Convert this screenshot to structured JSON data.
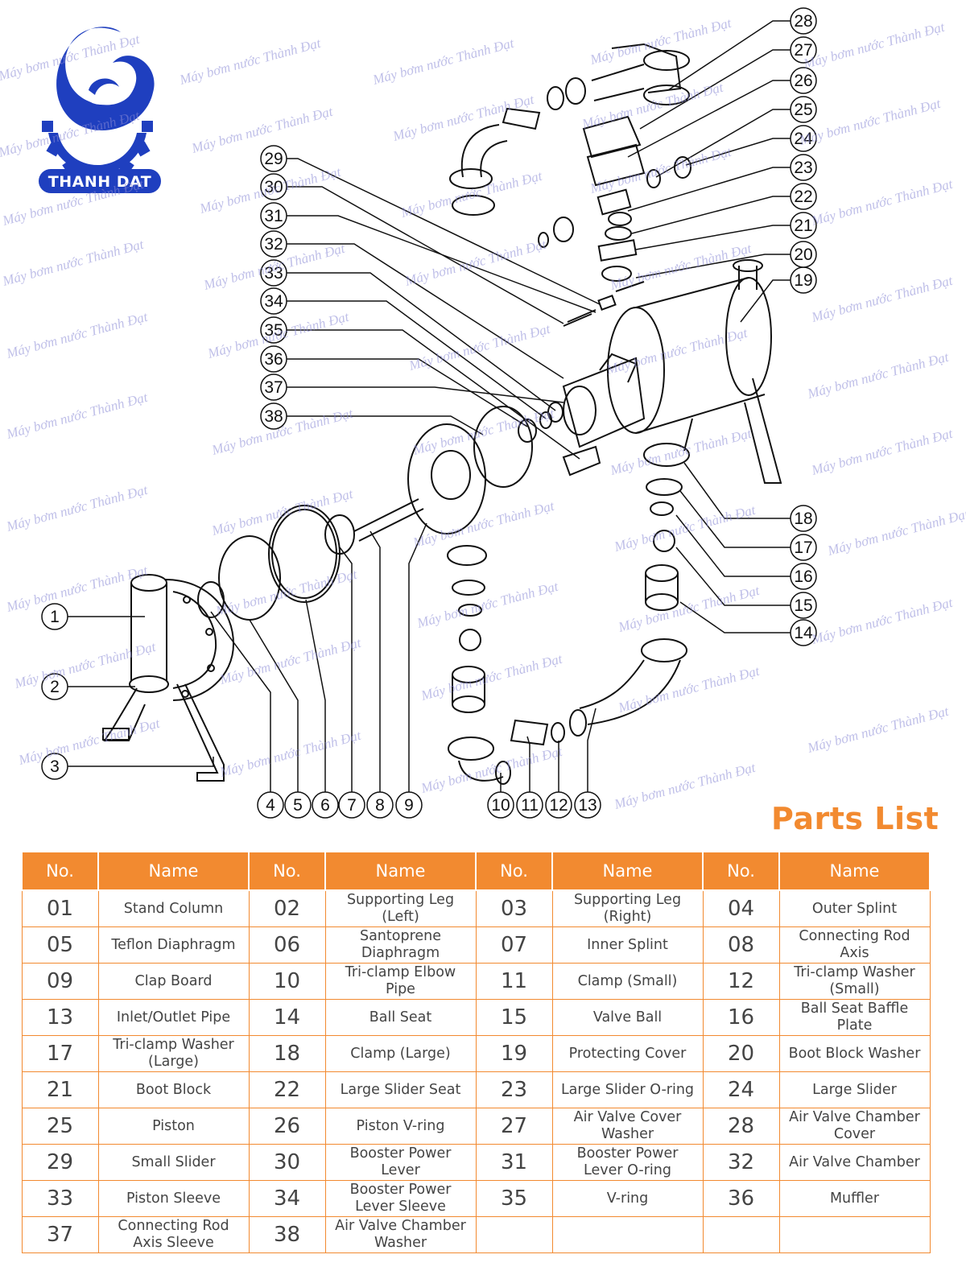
{
  "logo": {
    "text": "THANH DAT",
    "colors": {
      "blue": "#1f3fbf",
      "white": "#ffffff"
    }
  },
  "watermark": {
    "text": "Máy bơm nước Thành Đạt"
  },
  "callouts": [
    "1",
    "2",
    "3",
    "4",
    "5",
    "6",
    "7",
    "8",
    "9",
    "10",
    "11",
    "12",
    "13",
    "14",
    "15",
    "16",
    "17",
    "18",
    "19",
    "20",
    "21",
    "22",
    "23",
    "24",
    "25",
    "26",
    "27",
    "28",
    "29",
    "30",
    "31",
    "32",
    "33",
    "34",
    "35",
    "36",
    "37",
    "38"
  ],
  "parts_list": {
    "title": "Parts List",
    "headers": {
      "no": "No.",
      "name": "Name"
    },
    "parts": [
      {
        "no": "01",
        "name": "Stand Column"
      },
      {
        "no": "02",
        "name": "Supporting Leg (Left)"
      },
      {
        "no": "03",
        "name": "Supporting Leg (Right)"
      },
      {
        "no": "04",
        "name": "Outer Splint"
      },
      {
        "no": "05",
        "name": "Teflon Diaphragm"
      },
      {
        "no": "06",
        "name": "Santoprene Diaphragm"
      },
      {
        "no": "07",
        "name": "Inner Splint"
      },
      {
        "no": "08",
        "name": "Connecting Rod Axis"
      },
      {
        "no": "09",
        "name": "Clap Board"
      },
      {
        "no": "10",
        "name": "Tri-clamp Elbow Pipe"
      },
      {
        "no": "11",
        "name": "Clamp (Small)"
      },
      {
        "no": "12",
        "name": "Tri-clamp Washer (Small)"
      },
      {
        "no": "13",
        "name": "Inlet/Outlet Pipe"
      },
      {
        "no": "14",
        "name": "Ball Seat"
      },
      {
        "no": "15",
        "name": "Valve Ball"
      },
      {
        "no": "16",
        "name": "Ball Seat Baffle Plate"
      },
      {
        "no": "17",
        "name": "Tri-clamp Washer (Large)"
      },
      {
        "no": "18",
        "name": "Clamp (Large)"
      },
      {
        "no": "19",
        "name": "Protecting Cover"
      },
      {
        "no": "20",
        "name": "Boot Block Washer"
      },
      {
        "no": "21",
        "name": "Boot Block"
      },
      {
        "no": "22",
        "name": "Large Slider Seat"
      },
      {
        "no": "23",
        "name": "Large Slider O-ring"
      },
      {
        "no": "24",
        "name": "Large Slider"
      },
      {
        "no": "25",
        "name": "Piston"
      },
      {
        "no": "26",
        "name": "Piston V-ring"
      },
      {
        "no": "27",
        "name": "Air Valve Cover Washer"
      },
      {
        "no": "28",
        "name": "Air Valve Chamber Cover"
      },
      {
        "no": "29",
        "name": "Small Slider"
      },
      {
        "no": "30",
        "name": "Booster Power Lever"
      },
      {
        "no": "31",
        "name": "Booster Power Lever O-ring"
      },
      {
        "no": "32",
        "name": "Air Valve Chamber"
      },
      {
        "no": "33",
        "name": "Piston Sleeve"
      },
      {
        "no": "34",
        "name": "Booster Power Lever Sleeve"
      },
      {
        "no": "35",
        "name": "V-ring"
      },
      {
        "no": "36",
        "name": "Muffler"
      },
      {
        "no": "37",
        "name": "Connecting Rod Axis Sleeve"
      },
      {
        "no": "38",
        "name": "Air Valve Chamber Washer"
      }
    ]
  }
}
